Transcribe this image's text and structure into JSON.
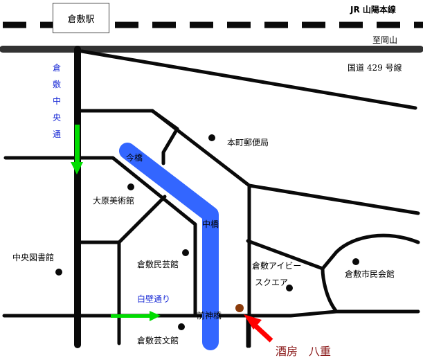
{
  "map": {
    "station": "倉敷駅",
    "railway": "JR 山陽本線",
    "to_okayama": "至岡山",
    "route429": "国道 429 号線",
    "chuo_dori": [
      "倉",
      "敷",
      "中",
      "央",
      "通"
    ],
    "imabashi": "今橋",
    "nakabashi": "中橋",
    "mae_kamibashi": "前神橋",
    "honmachi_post": "本町郵便局",
    "ohara_museum": "大原美術館",
    "central_library": "中央図書館",
    "mingeikan": "倉敷民芸館",
    "ivy_square_1": "倉敷アイビー",
    "ivy_square_2": "スクエア",
    "civic_hall": "倉敷市民会館",
    "shirakabe_dori": "白壁通り",
    "geibunkan": "倉敷芸文館",
    "shop_name": "酒房　八重"
  },
  "colors": {
    "road": "#0a0a0a",
    "canal": "#3366ff",
    "arrow_green": "#00dd00",
    "arrow_red": "#ff0000",
    "shop_marker": "#8b3a0a",
    "label_blue": "#1b2cd6",
    "shop_text": "#8b1a1a"
  }
}
